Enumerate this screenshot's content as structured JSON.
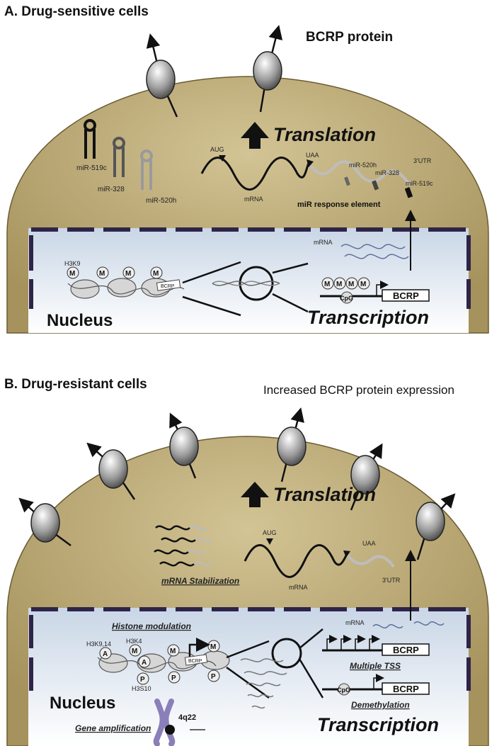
{
  "panel_a": {
    "heading": "A. Drug-sensitive cells",
    "protein_label": "BCRP protein",
    "translation_label": "Translation",
    "mirna": [
      "miR-519c",
      "miR-328",
      "miR-520h"
    ],
    "aug": "AUG",
    "uaa": "UAA",
    "mrna_label": "mRNA",
    "utr_label": "3'UTR",
    "utr_mirna": [
      "miR-520h",
      "miR-328",
      "miR-519c"
    ],
    "response_element": "miR response element",
    "nuclear_mrna": "mRNA",
    "histone_mark": "H3K9",
    "methyl": "M",
    "bcrp_small": "BCRP",
    "cpg": "CpG",
    "gene_box": "BCRP",
    "nucleus": "Nucleus",
    "transcription": "Transcription"
  },
  "panel_b": {
    "heading": "B. Drug-resistant cells",
    "protein_label": "Increased BCRP protein expression",
    "translation_label": "Translation",
    "stabilization": "mRNA Stabilization",
    "aug": "AUG",
    "uaa": "UAA",
    "mrna_label": "mRNA",
    "utr_label": "3'UTR",
    "histone_modulation": "Histone modulation",
    "nuclear_mrna": "mRNA",
    "marks": {
      "h3k9_14": "H3K9,14",
      "h3k4": "H3K4",
      "h3s10": "H3S10"
    },
    "acetyl": "A",
    "methyl": "M",
    "phospho": "P",
    "bcrp_small": "BCRP",
    "gene_box_tss": "BCRP",
    "multiple_tss": "Multiple TSS",
    "cpg": "CpG",
    "gene_box_demeth": "BCRP",
    "demethylation": "Demethylation",
    "nucleus": "Nucleus",
    "chromosome": "4q22",
    "gene_amplification": "Gene amplification",
    "transcription": "Transcription"
  },
  "colors": {
    "cytoplasm": "#b7a574",
    "nucleus": "#e6edf5",
    "membrane": "#2e2448"
  }
}
